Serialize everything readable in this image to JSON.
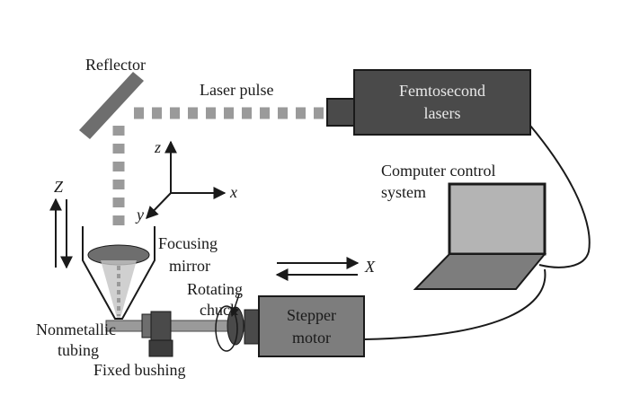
{
  "labels": {
    "reflector": "Reflector",
    "laser_pulse": "Laser pulse",
    "femto_line1": "Femtosecond",
    "femto_line2": "lasers",
    "computer_line1": "Computer control",
    "computer_line2": "system",
    "focusing_line1": "Focusing",
    "focusing_line2": "mirror",
    "rotating_line1": "Rotating",
    "rotating_line2": "chuck",
    "stepper_line1": "Stepper",
    "stepper_line2": "motor",
    "tubing_line1": "Nonmetallic",
    "tubing_line2": "tubing",
    "bushing": "Fixed bushing"
  },
  "axes": {
    "z": "z",
    "x": "x",
    "y": "y",
    "Z": "Z",
    "X": "X"
  },
  "colors": {
    "dark_box": "#4a4a4a",
    "medium_gray": "#7d7d7d",
    "beam": "#9a9a9a",
    "screen": "#b4b4b4",
    "line": "#1a1a1a"
  }
}
